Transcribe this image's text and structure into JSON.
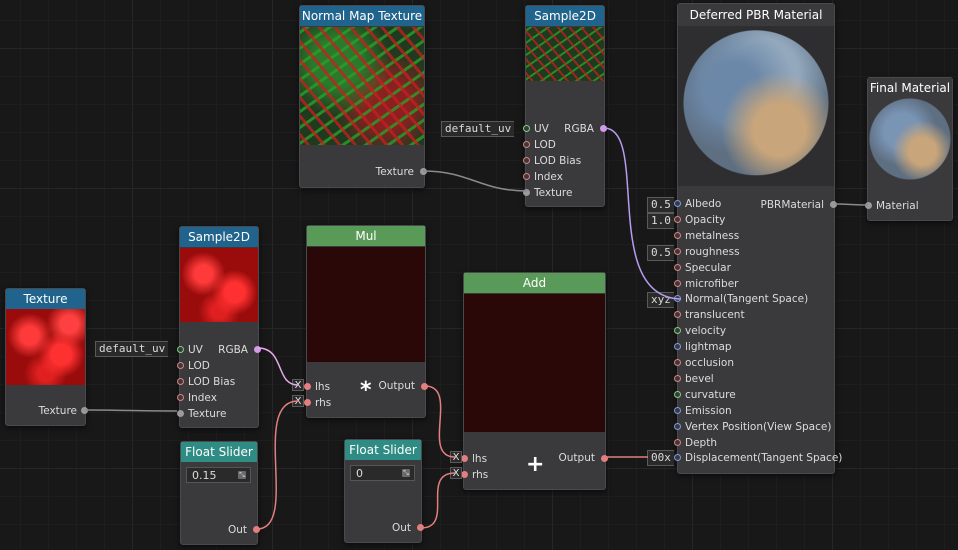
{
  "nodes": {
    "normal_map_texture": {
      "title": "Normal Map Texture",
      "output": "Texture"
    },
    "sample2d_top": {
      "title": "Sample2D",
      "input_default": "default_uv",
      "inputs": [
        "UV",
        "LOD",
        "LOD Bias",
        "Index",
        "Texture"
      ],
      "output": "RGBA"
    },
    "deferred_pbr": {
      "title": "Deferred PBR Material",
      "output": "PBRMaterial",
      "inputs": [
        {
          "label": "Albedo",
          "value": "0.5"
        },
        {
          "label": "Opacity",
          "value": "1.0"
        },
        {
          "label": "metalness",
          "value": ""
        },
        {
          "label": "roughness",
          "value": "0.5"
        },
        {
          "label": "Specular",
          "value": ""
        },
        {
          "label": "microfiber",
          "value": ""
        },
        {
          "label": "Normal(Tangent Space)",
          "value": "xyz"
        },
        {
          "label": "translucent",
          "value": ""
        },
        {
          "label": "velocity",
          "value": ""
        },
        {
          "label": "lightmap",
          "value": ""
        },
        {
          "label": "occlusion",
          "value": ""
        },
        {
          "label": "bevel",
          "value": ""
        },
        {
          "label": "curvature",
          "value": ""
        },
        {
          "label": "Emission",
          "value": ""
        },
        {
          "label": "Vertex Position(View Space)",
          "value": ""
        },
        {
          "label": "Depth",
          "value": ""
        },
        {
          "label": "Displacement(Tangent Space)",
          "value": "00x"
        }
      ]
    },
    "final_material": {
      "title": "Final Material",
      "input": "Material"
    },
    "texture": {
      "title": "Texture",
      "output": "Texture"
    },
    "sample2d_bottom": {
      "title": "Sample2D",
      "input_default": "default_uv",
      "inputs": [
        "UV",
        "LOD",
        "LOD Bias",
        "Index",
        "Texture"
      ],
      "output": "RGBA"
    },
    "mul": {
      "title": "Mul",
      "inputs": [
        "lhs",
        "rhs"
      ],
      "x_marker": "X",
      "operator": "*",
      "output": "Output"
    },
    "add": {
      "title": "Add",
      "inputs": [
        "lhs",
        "rhs"
      ],
      "x_marker": "X",
      "operator": "+",
      "output": "Output"
    },
    "float_slider_1": {
      "title": "Float Slider",
      "value": "0.15",
      "output": "Out"
    },
    "float_slider_2": {
      "title": "Float Slider",
      "value": "0",
      "output": "Out"
    }
  },
  "colors": {
    "header_blue": "#20638c",
    "header_green": "#5a9a58",
    "header_teal": "#2f8c84",
    "port_red": "#e37f7f",
    "port_violet": "#d59be8",
    "port_blue": "#7c9be2",
    "port_green": "#7fd17f",
    "wire_gray": "#8a8a8a"
  }
}
